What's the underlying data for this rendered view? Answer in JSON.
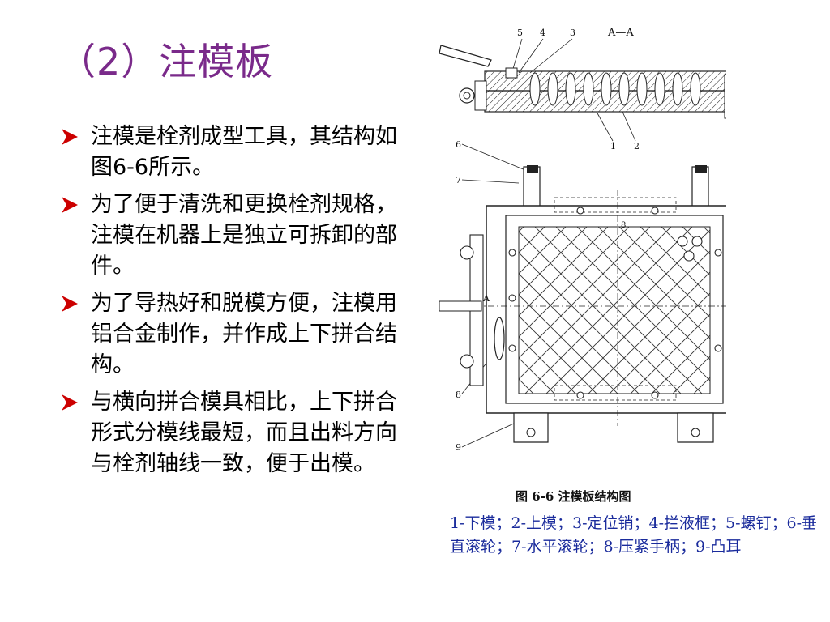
{
  "slide": {
    "title": "（2）注模板",
    "bullets": [
      "注模是栓剂成型工具，其结构如图6-6所示。",
      "为了便于清洗和更换栓剂规格，注模在机器上是独立可拆卸的部件。",
      "为了导热好和脱模方便，注模用铝合金制作，并作成上下拼合结构。",
      "与横向拼合模具相比，上下拼合形式分模线最短，而且出料方向与栓剂轴线一致，便于出模。"
    ],
    "bullet_icon": "arrow-right-icon",
    "colors": {
      "title": "#7a2a8a",
      "caption": "#1a2b9c",
      "bullet": "#cc0000"
    }
  },
  "figure": {
    "section_label": "A—A",
    "top_part_labels": [
      "5",
      "4",
      "3",
      "1",
      "2"
    ],
    "side_labels": [
      "6",
      "7",
      "8",
      "9"
    ],
    "view_marker": "A",
    "dim_mark": "8",
    "caption_title": "图 6-6   注模板结构图"
  },
  "caption": {
    "text": "1-下模；2-上模；3-定位销；4-拦液框；5-螺钉；6-垂直滚轮；7-水平滚轮；8-压紧手柄；9-凸耳"
  }
}
